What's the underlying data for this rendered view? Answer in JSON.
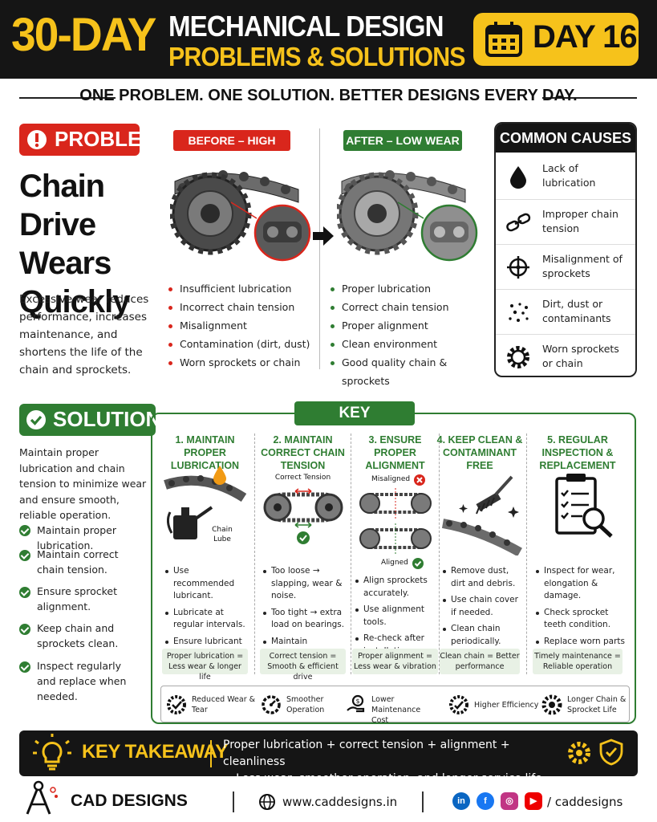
{
  "header": {
    "big_text": "30-DAY",
    "title_line1": "MECHANICAL DESIGN",
    "title_line2": "PROBLEMS & SOLUTIONS",
    "day_label": "DAY 16"
  },
  "tagline": "ONE PROBLEM. ONE SOLUTION. BETTER DESIGNS EVERY DAY.",
  "problem": {
    "tag": "PROBLEM",
    "title": "Chain Drive Wears Quickly",
    "description": "Excessive wear reduces performance, increases maintenance, and shortens the life of the chain and sprockets."
  },
  "before": {
    "tag": "BEFORE – HIGH WEAR",
    "items": [
      "Insufficient lubrication",
      "Incorrect chain tension",
      "Misalignment",
      "Contamination (dirt, dust)",
      "Worn sprockets or chain"
    ]
  },
  "after": {
    "tag": "AFTER – LOW WEAR",
    "items": [
      "Proper lubrication",
      "Correct chain tension",
      "Proper alignment",
      "Clean environment",
      "Good quality chain & sprockets"
    ]
  },
  "causes": {
    "title": "COMMON CAUSES",
    "items": [
      {
        "icon": "oil-drop-icon",
        "text": "Lack of lubrication"
      },
      {
        "icon": "chain-link-icon",
        "text": "Improper chain tension"
      },
      {
        "icon": "crosshair-icon",
        "text": "Misalignment of sprockets"
      },
      {
        "icon": "dust-icon",
        "text": "Dirt, dust or contaminants"
      },
      {
        "icon": "gear-icon",
        "text": "Worn sprockets or chain"
      }
    ]
  },
  "solution": {
    "tag": "SOLUTION",
    "description": "Maintain proper lubrication and chain tension to minimize wear and ensure smooth, reliable operation.",
    "checks": [
      "Maintain proper lubrication.",
      "Maintain correct chain tension.",
      "Ensure sprocket alignment.",
      "Keep chain and sprockets clean.",
      "Inspect regularly and replace when needed."
    ]
  },
  "key_solutions": {
    "title": "KEY SOLUTIONS",
    "columns": [
      {
        "title": "1. MAINTAIN PROPER LUBRICATION",
        "art_label": "Chain Lube",
        "items": [
          "Use recommended lubricant.",
          "Lubricate at regular intervals.",
          "Ensure lubricant reaches inner links."
        ],
        "result": "Proper lubrication = Less wear & longer life"
      },
      {
        "title": "2. MAINTAIN CORRECT CHAIN TENSION",
        "art_label": "Correct Tension",
        "items": [
          "Too loose → slapping, wear & noise.",
          "Too tight → extra load on bearings.",
          "Maintain recommended deflection."
        ],
        "result": "Correct tension = Smooth & efficient drive"
      },
      {
        "title": "3. ENSURE PROPER ALIGNMENT",
        "art_label": "Misaligned",
        "art_label2": "Aligned",
        "items": [
          "Align sprockets accurately.",
          "Use alignment tools.",
          "Re-check after installation."
        ],
        "result": "Proper alignment = Less wear & vibration"
      },
      {
        "title": "4. KEEP CLEAN & CONTAMINANT FREE",
        "items": [
          "Remove dust, dirt and debris.",
          "Use chain cover if needed.",
          "Clean chain periodically."
        ],
        "result": "Clean chain = Better performance"
      },
      {
        "title": "5. REGULAR INSPECTION & REPLACEMENT",
        "items": [
          "Inspect for wear, elongation & damage.",
          "Check sprocket teeth condition.",
          "Replace worn parts in time."
        ],
        "result": "Timely maintenance = Reliable operation"
      }
    ]
  },
  "benefits": [
    {
      "icon": "reduced-wear-icon",
      "text": "Reduced Wear & Tear"
    },
    {
      "icon": "gauge-icon",
      "text": "Smoother Operation"
    },
    {
      "icon": "cost-icon",
      "text": "Lower Maintenance Cost"
    },
    {
      "icon": "efficiency-icon",
      "text": "Higher Efficiency"
    },
    {
      "icon": "gear-icon",
      "text": "Longer Chain & Sprocket Life"
    }
  ],
  "takeaway": {
    "label": "KEY TAKEAWAY",
    "line1": "Proper lubrication + correct tension + alignment + cleanliness",
    "line2": "= Less wear, smoother operation, and longer service life."
  },
  "footer": {
    "brand": "CAD DESIGNS",
    "website": "www.caddesigns.in",
    "handle": "/ caddesigns"
  },
  "colors": {
    "accent_yellow": "#f6c21b",
    "red": "#d9261c",
    "green": "#2f7d32",
    "dark": "#151515"
  }
}
